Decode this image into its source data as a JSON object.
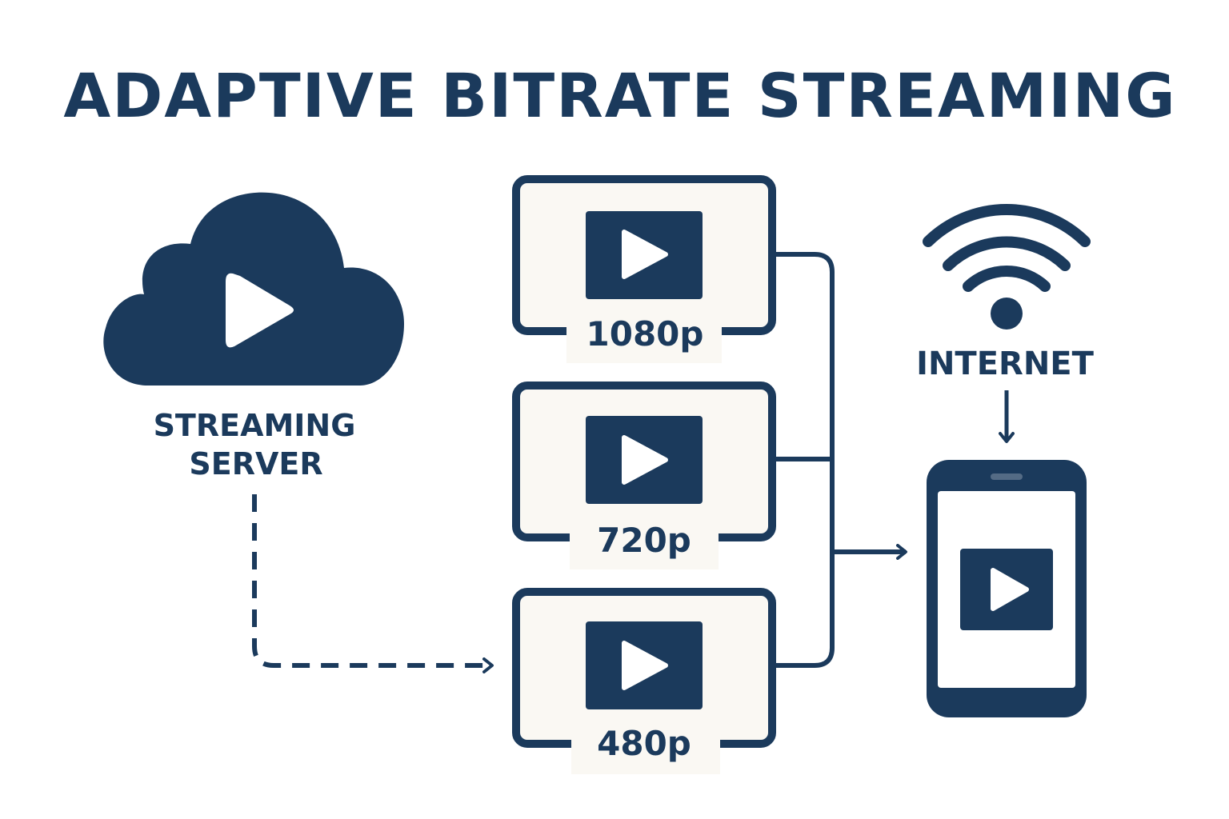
{
  "title": "ADAPTIVE BITRATE STREAMING",
  "server": {
    "line1": "STREAMING",
    "line2": "SERVER",
    "icon": "cloud-play-icon"
  },
  "renditions": [
    {
      "label": "1080p",
      "icon": "play-icon"
    },
    {
      "label": "720p",
      "icon": "play-icon"
    },
    {
      "label": "480p",
      "icon": "play-icon"
    }
  ],
  "network": {
    "label": "INTERNET",
    "icon": "wifi-icon"
  },
  "client": {
    "icon": "smartphone-icon"
  },
  "colors": {
    "primary": "#1b3a5c",
    "panel": "#faf8f3",
    "background": "#ffffff"
  }
}
